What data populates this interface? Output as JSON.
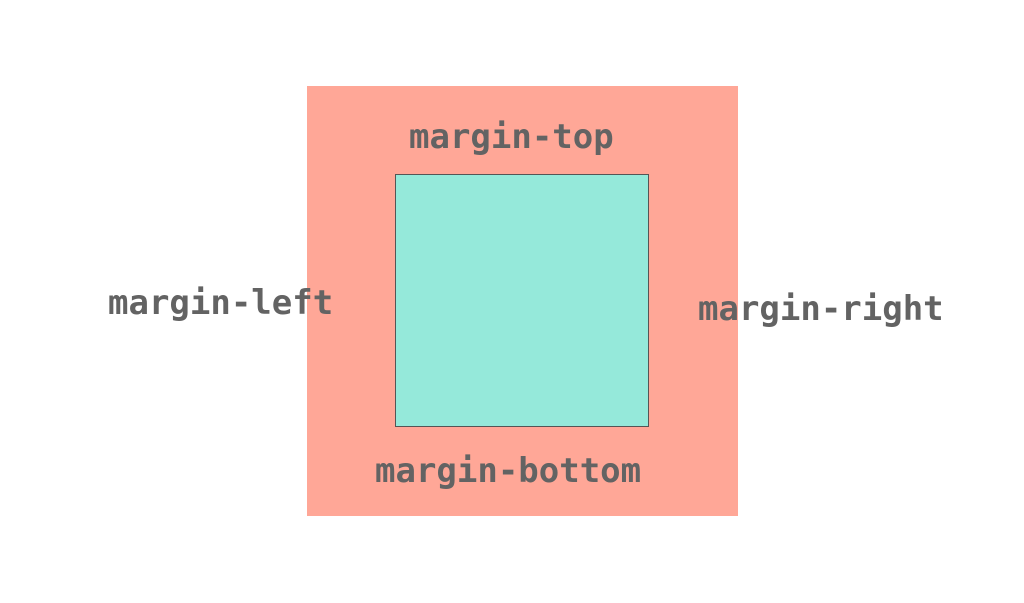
{
  "colors": {
    "margin_fill": "#FFA797",
    "content_fill": "#95E9DA",
    "label_text": "#636363"
  },
  "labels": {
    "top": "margin-top",
    "left": "margin-left",
    "right": "margin-right",
    "bottom": "margin-bottom"
  }
}
